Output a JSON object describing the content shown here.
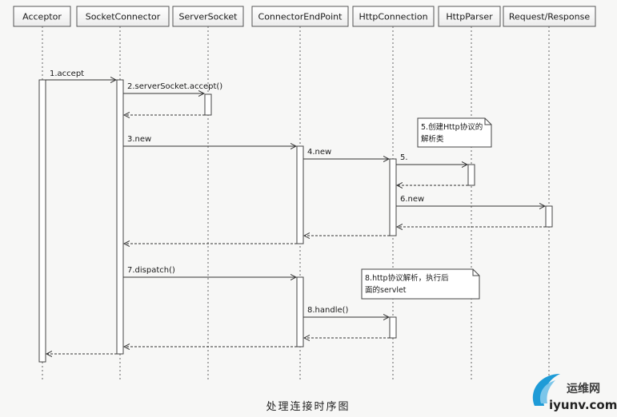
{
  "actors": [
    {
      "label": "Acceptor"
    },
    {
      "label": "SocketConnector"
    },
    {
      "label": "ServerSocket"
    },
    {
      "label": "ConnectorEndPoint"
    },
    {
      "label": "HttpConnection"
    },
    {
      "label": "HttpParser"
    },
    {
      "label": "Request/Response"
    }
  ],
  "messages": [
    {
      "label": "1.accept"
    },
    {
      "label": "2.serverSocket.accept()"
    },
    {
      "label": "3.new"
    },
    {
      "label": "4.new"
    },
    {
      "label": "5."
    },
    {
      "label": "6.new"
    },
    {
      "label": "7.dispatch()"
    },
    {
      "label": "8.handle()"
    }
  ],
  "notes": [
    {
      "lines": [
        "5.创建Http协议的",
        "解析类"
      ]
    },
    {
      "lines": [
        "8.http协议解析，执行后",
        "面的servlet"
      ]
    }
  ],
  "caption": "处理连接时序图",
  "watermark": {
    "name": "运维网",
    "url": "iyunv.com"
  },
  "colors": {
    "line": "#333333",
    "box_border": "#555555",
    "lifeline": "#666666",
    "logo_blue": "#1e9bd7"
  }
}
